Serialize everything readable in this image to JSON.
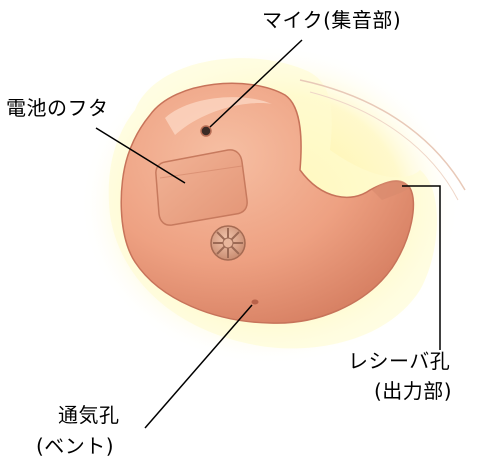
{
  "labels": {
    "microphone": "マイク(集音部)",
    "battery_cover": "電池のフタ",
    "receiver_hole_line1": "レシーバ孔",
    "receiver_hole_line2": "(出力部)",
    "vent_line1": "通気孔",
    "vent_line2": "(ベント)"
  },
  "colors": {
    "shell": "#f0a585",
    "shell_shadow": "#d97f62",
    "glow": "#fff7a8",
    "leader_line": "#000000",
    "text": "#000000"
  }
}
